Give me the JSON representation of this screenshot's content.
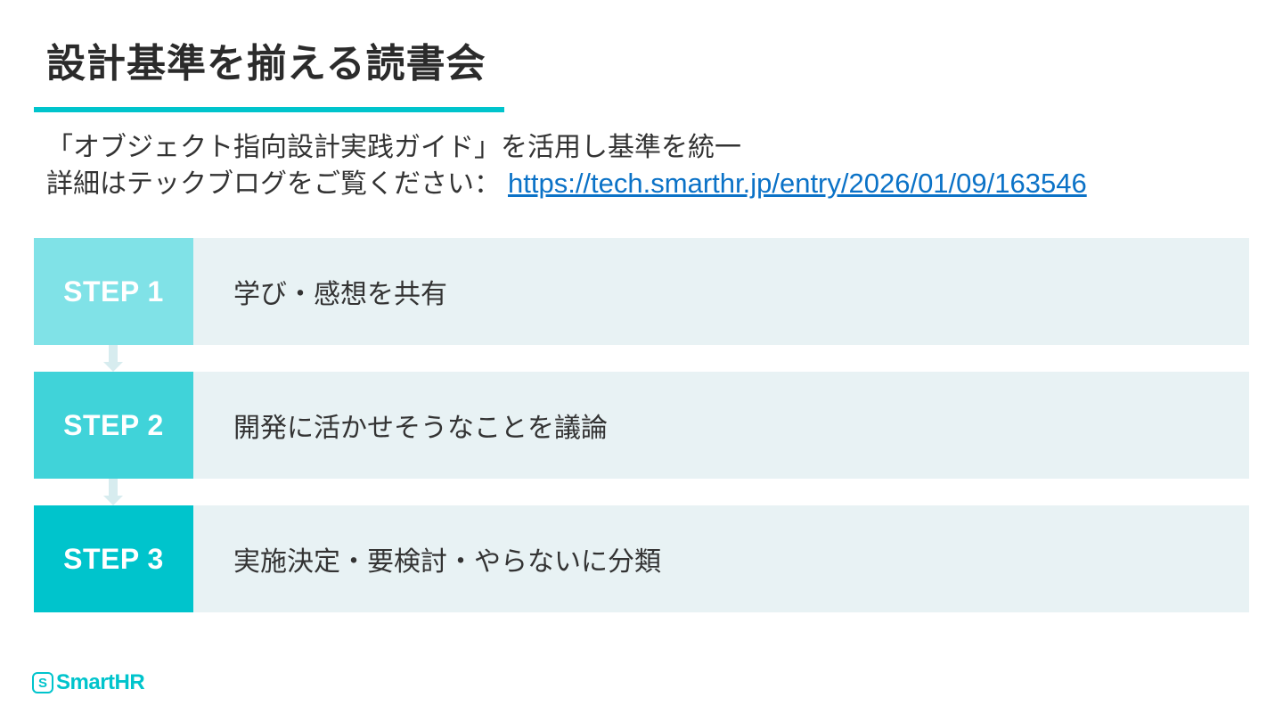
{
  "title": "設計基準を揃える読書会",
  "description": {
    "line1": "「オブジェクト指向設計実践ガイド」を活用し基準を統一",
    "line2_prefix": "詳細はテックブログをご覧ください：",
    "link_text": "https://tech.smarthr.jp/entry/2026/01/09/163546"
  },
  "steps": [
    {
      "label": "STEP 1",
      "text": "学び・感想を共有"
    },
    {
      "label": "STEP 2",
      "text": "開発に活かせそうなことを議論"
    },
    {
      "label": "STEP 3",
      "text": "実施決定・要検討・やらないに分類"
    }
  ],
  "logo": {
    "mark": "S",
    "name": "SmartHR"
  },
  "colors": {
    "accent": "#00c4cc",
    "step1": "#80e2e7",
    "step2": "#40d3d9",
    "step3": "#00c4cc",
    "row_background": "#e8f2f4",
    "link": "#0b72c7"
  },
  "icons": [
    "down-arrow-icon",
    "smarthr-logo-icon"
  ]
}
